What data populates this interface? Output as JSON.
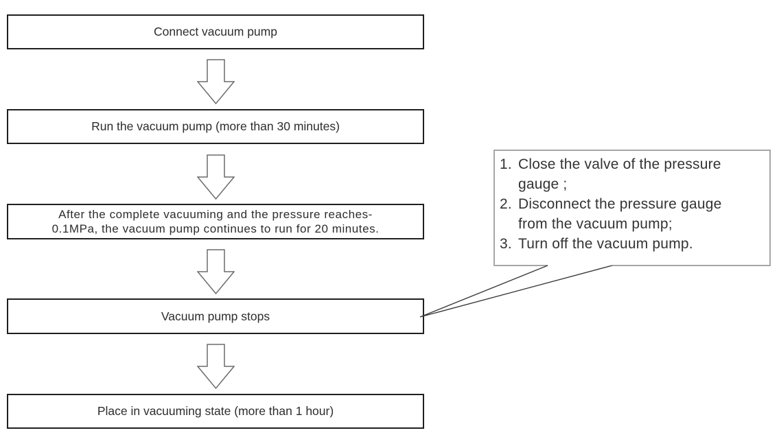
{
  "flow": {
    "steps": [
      {
        "label": "Connect vacuum pump"
      },
      {
        "label": "Run the vacuum pump (more than 30 minutes)"
      },
      {
        "label": "After the complete vacuuming and the pressure  reaches-\n0.1MPa, the vacuum pump continues to run for 20 minutes."
      },
      {
        "label": "Vacuum pump stops"
      },
      {
        "label": "Place in vacuuming state (more than 1 hour)"
      }
    ]
  },
  "note": {
    "items": [
      {
        "num": "1.",
        "text": "Close the valve of the pressure\ngauge ;"
      },
      {
        "num": "2.",
        "text": "Disconnect the pressure gauge\nfrom the vacuum pump;"
      },
      {
        "num": "3.",
        "text": "Turn off the vacuum pump."
      }
    ]
  },
  "colors": {
    "box_border": "#1f1f1f",
    "note_border": "#a6a6a6",
    "arrow_stroke": "#6b6b6b",
    "tail_stroke": "#3a3a3a",
    "text": "#2d2d2d",
    "bg": "#ffffff"
  }
}
